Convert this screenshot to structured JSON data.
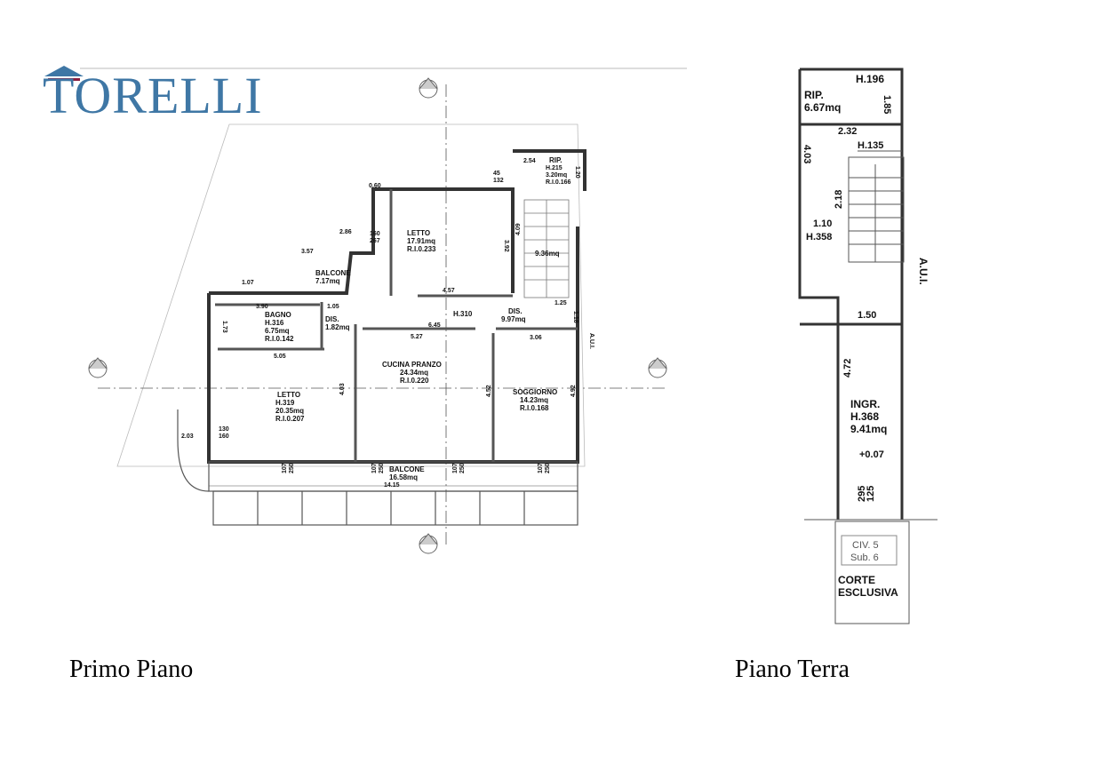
{
  "brand": {
    "name": "TORELLI",
    "colors": {
      "primary": "#3f77a5",
      "accent": "#8b1e3f"
    }
  },
  "captions": {
    "first_floor": "Primo Piano",
    "ground_floor": "Piano Terra"
  },
  "first_floor": {
    "rooms": {
      "letto_top": {
        "name": "LETTO",
        "area": "17.91mq",
        "ri": "R.I.0.233"
      },
      "rip": {
        "name": "RIP.",
        "height": "H.215",
        "area": "3.20mq",
        "ri": "R.I.0.166"
      },
      "stairs": {
        "area": "9.36mq"
      },
      "balcone_top": {
        "name": "BALCONE",
        "area": "7.17mq"
      },
      "bagno": {
        "name": "BAGNO",
        "height": "H.316",
        "area": "6.75mq",
        "ri": "R.I.0.142"
      },
      "dis_small": {
        "name": "DIS.",
        "area": "1.82mq"
      },
      "dis_large": {
        "name": "DIS.",
        "height": "H.310",
        "area": "9.97mq"
      },
      "cucina": {
        "name": "CUCINA PRANZO",
        "area": "24.34mq",
        "ri": "R.I.0.220"
      },
      "soggiorno": {
        "name": "SOGGIORNO",
        "area": "14.23mq",
        "ri": "R.I.0.168"
      },
      "letto_bottom": {
        "name": "LETTO",
        "height": "H.319",
        "area": "20.35mq",
        "ri": "R.I.0.207"
      },
      "balcone_bottom": {
        "name": "BALCONE",
        "area": "16.58mq"
      }
    },
    "dims": {
      "d060": "0.60",
      "d254": "2.54",
      "d45": "45",
      "d132": "132",
      "d120": "1.20",
      "d160": "160",
      "d267": "267",
      "d286": "2.86",
      "d357": "3.57",
      "d107": "1.07",
      "d392": "3.92",
      "d409": "4.09",
      "d457": "4.57",
      "d390": "3.90",
      "d105": "1.05",
      "d173": "1.73",
      "d645": "6.45",
      "d527": "5.27",
      "d306": "3.06",
      "d125": "1.25",
      "d118": "1.18",
      "d505": "5.05",
      "d403": "4.03",
      "d452": "4.52",
      "d492": "4.92",
      "d130": "130",
      "d160b": "160",
      "d203": "2.03",
      "d1415": "14.15",
      "w107": "107",
      "w250": "250",
      "aui": "A.U.I."
    }
  },
  "ground_floor": {
    "rip": {
      "name": "RIP.",
      "area": "6.67mq",
      "height": "H.196"
    },
    "dims": {
      "d185": "1.85",
      "d232": "2.32",
      "h135": "H.135",
      "d403": "4.03",
      "d218": "2.18",
      "d110": "1.10",
      "h358": "H.358",
      "d150": "1.50",
      "d472": "4.72",
      "d125": "125",
      "d295": "295"
    },
    "ingresso": {
      "name": "INGR.",
      "height": "H.368",
      "area": "9.41mq",
      "level": "+0.07"
    },
    "aui": "A.U.I.",
    "civ": {
      "line1": "CIV. 5",
      "line2": "Sub. 6"
    },
    "corte": {
      "line1": "CORTE",
      "line2": "ESCLUSIVA"
    }
  }
}
